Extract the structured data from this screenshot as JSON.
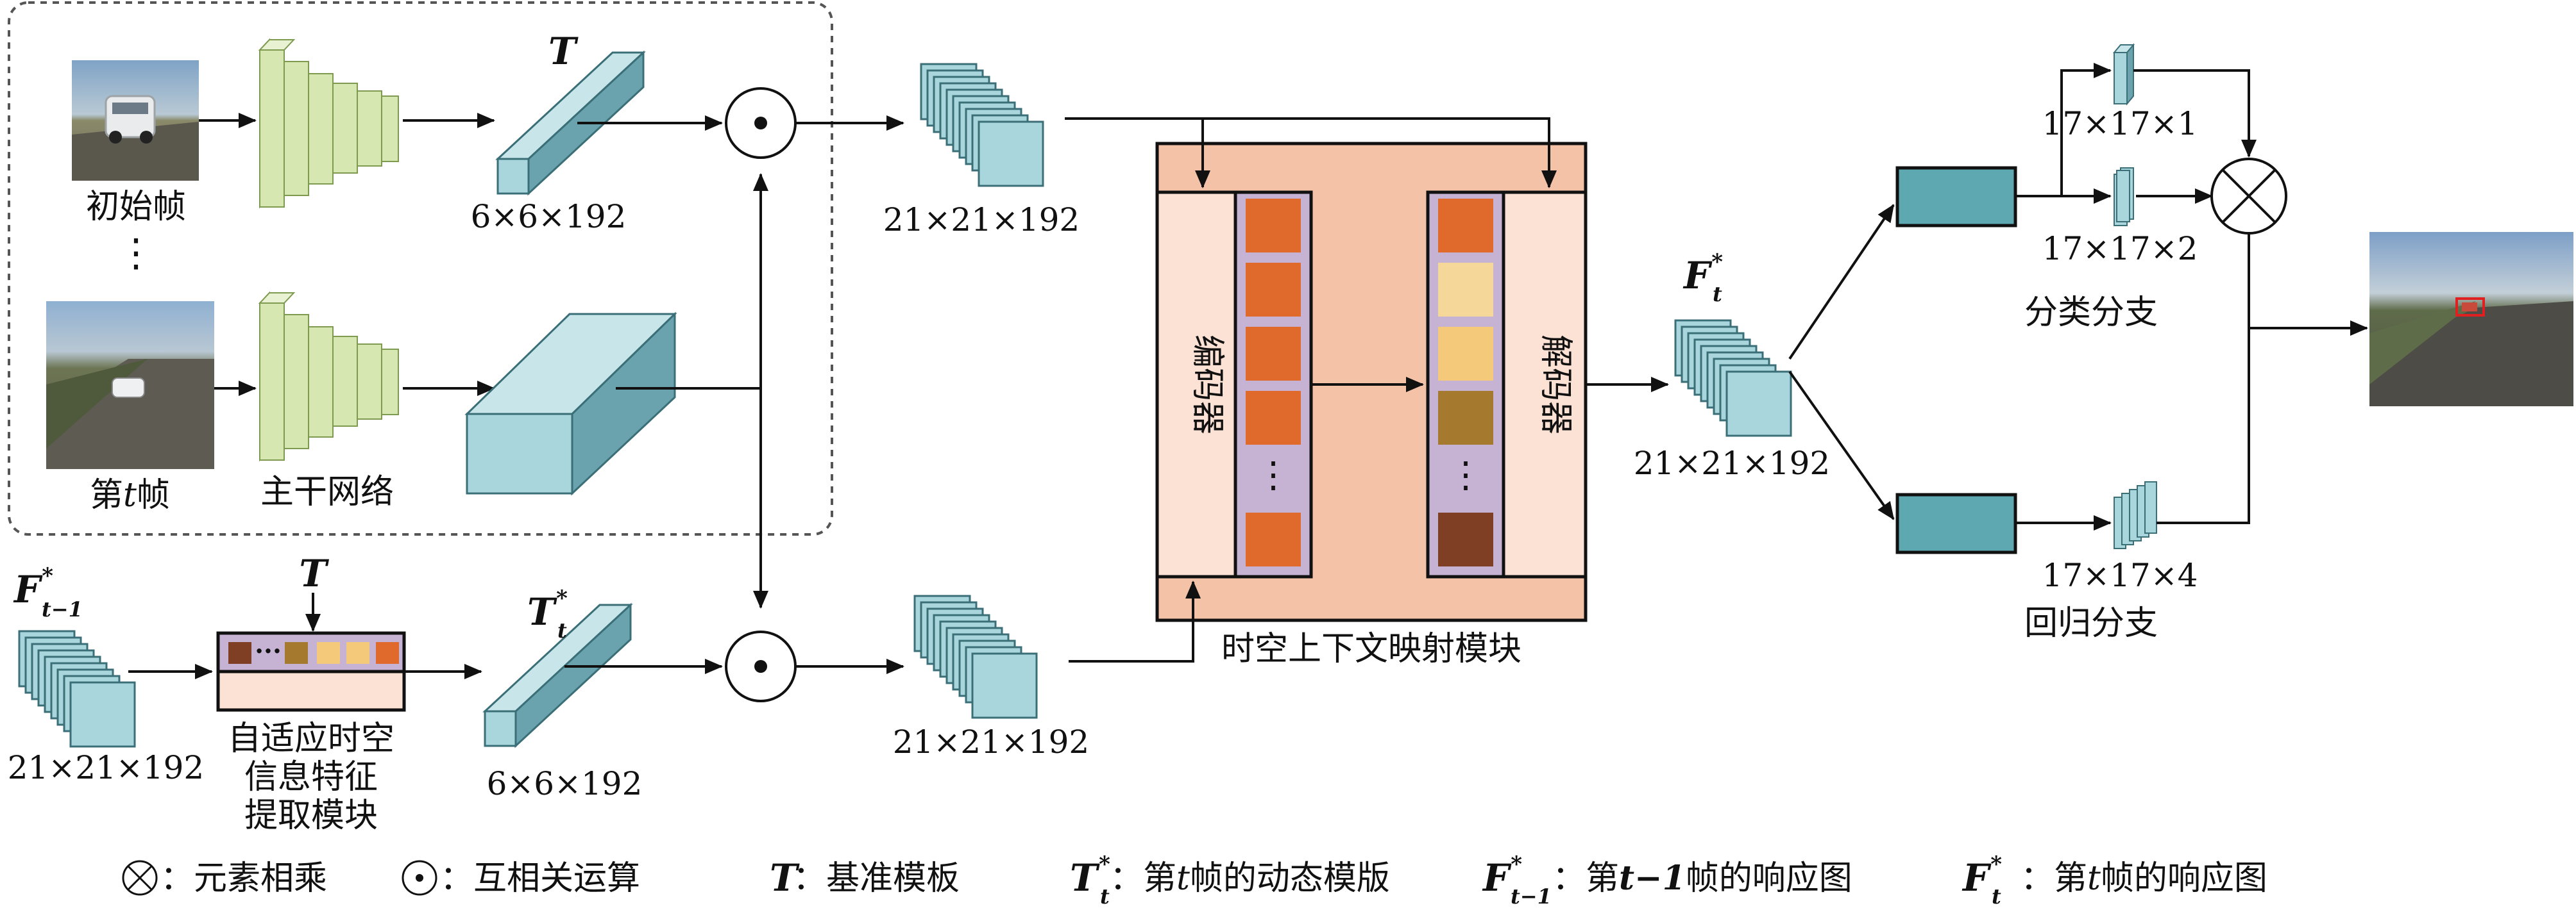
{
  "colors": {
    "cube_front": "#a9d6dc",
    "cube_top": "#c8e6ea",
    "cube_side": "#6aa3ad",
    "backbone_front": "#d7e7b2",
    "backbone_side": "#b3cd84",
    "module_bg": "#f4c3a7",
    "codec_bg": "#fbe2d4",
    "feature_strip": "#c6b3d3",
    "head_box": "#5ea9b1",
    "orange": "#e06a2c",
    "tan": "#f4c97a",
    "brown": "#a57a2e",
    "dark_brown": "#7e3f24"
  },
  "icons": {
    "multiply": "circled-times-icon",
    "correlation": "circled-dot-icon",
    "ellipsis": "vertical-ellipsis-icon"
  },
  "labels": {
    "template_frame": "初始帧",
    "current_frame": "第",
    "current_frame_t": "t",
    "current_frame_suffix": "帧",
    "vdots": "⋮",
    "backbone": "主干网络",
    "T": "T",
    "dim_6x6_top": "6×6×192",
    "dim_21_top": "21×21×192",
    "prev_F": "F",
    "prev_F_sub": "t−1",
    "star": "*",
    "dim_21_left": "21×21×192",
    "T_small": "T",
    "adaptive_1": "自适应时空",
    "adaptive_2": "信息特征",
    "adaptive_3": "提取模块",
    "Tt": "T",
    "Tt_sub": "t",
    "dim_6x6_bottom": "6×6×192",
    "dim_21_bottom": "21×21×192",
    "encoder": "编码器",
    "decoder": "解码器",
    "module": "时空上下文映射模块",
    "Ft": "F",
    "Ft_sub": "t",
    "dim_21_right": "21×21×192",
    "dim_17x1": "17×17×1",
    "dim_17x2": "17×17×2",
    "cls_branch": "分类分支",
    "dim_17x4": "17×17×4",
    "reg_branch": "回归分支",
    "dots_h": "···"
  },
  "legend": {
    "multiply": "：元素相乘",
    "correlation": "：互相关运算",
    "T_sym": "T",
    "T_desc": "：基准模板",
    "Tt_sym": "T",
    "Tt_sub": "t",
    "Tt_desc": "：第",
    "Tt_t": "t",
    "Tt_desc2": "帧的动态模版",
    "Fprev_sym": "F",
    "Fprev_sub": "t−1",
    "Fprev_desc": "：第",
    "Fprev_t": "t−1",
    "Fprev_desc2": "帧的响应图",
    "Ft_sym": "F",
    "Ft_sub": "t",
    "Ft_desc": "：第",
    "Ft_t": "t",
    "Ft_desc2": "帧的响应图",
    "star": "*"
  }
}
